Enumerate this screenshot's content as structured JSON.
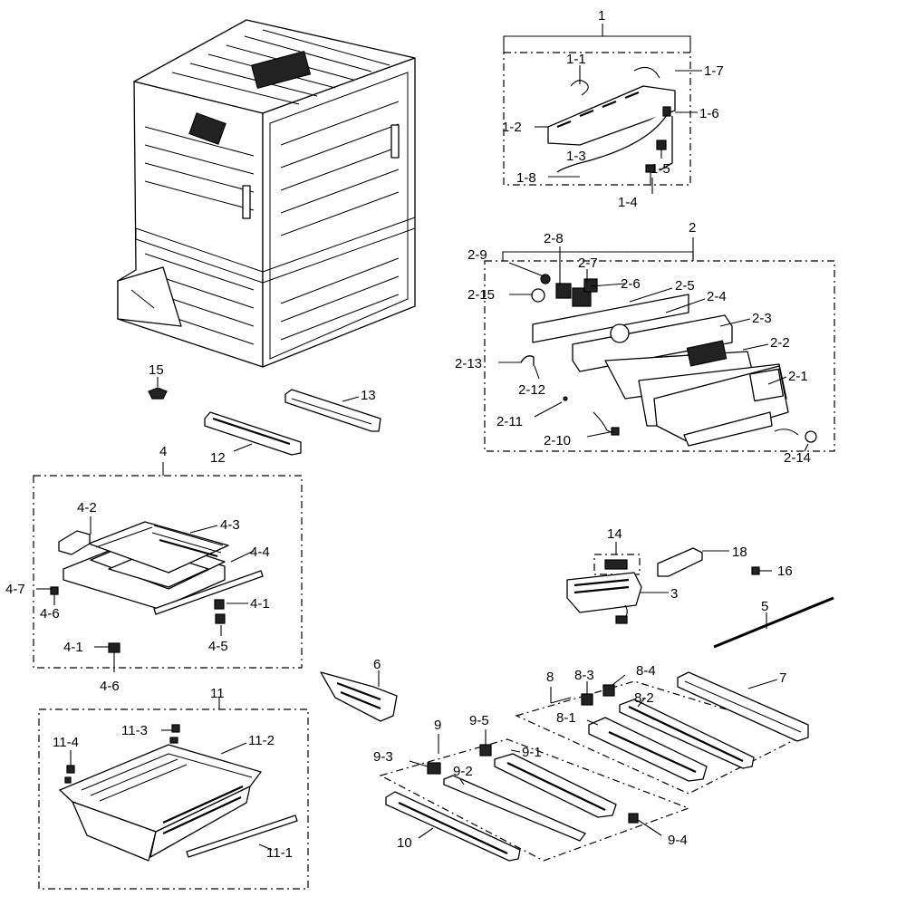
{
  "labels": {
    "g1": "1",
    "p1_1": "1-1",
    "p1_2": "1-2",
    "p1_3": "1-3",
    "p1_4": "1-4",
    "p1_5": "1-5",
    "p1_6": "1-6",
    "p1_7": "1-7",
    "p1_8": "1-8",
    "g2": "2",
    "p2_1": "2-1",
    "p2_2": "2-2",
    "p2_3": "2-3",
    "p2_4": "2-4",
    "p2_5": "2-5",
    "p2_6": "2-6",
    "p2_7": "2-7",
    "p2_8": "2-8",
    "p2_9": "2-9",
    "p2_10": "2-10",
    "p2_11": "2-11",
    "p2_12": "2-12",
    "p2_13": "2-13",
    "p2_14": "2-14",
    "p2_15": "2-15",
    "p3": "3",
    "g4": "4",
    "p4_1a": "4-1",
    "p4_1b": "4-1",
    "p4_2": "4-2",
    "p4_3": "4-3",
    "p4_4": "4-4",
    "p4_5": "4-5",
    "p4_6a": "4-6",
    "p4_6b": "4-6",
    "p4_7": "4-7",
    "p5": "5",
    "p6": "6",
    "p7": "7",
    "g8": "8",
    "p8_1": "8-1",
    "p8_2": "8-2",
    "p8_3": "8-3",
    "p8_4": "8-4",
    "g9": "9",
    "p9_1": "9-1",
    "p9_2": "9-2",
    "p9_3": "9-3",
    "p9_4": "9-4",
    "p9_5": "9-5",
    "p10": "10",
    "g11": "11",
    "p11_1": "11-1",
    "p11_2": "11-2",
    "p11_3": "11-3",
    "p11_4": "11-4",
    "p12": "12",
    "p13": "13",
    "g14": "14",
    "p15": "15",
    "p16": "16",
    "p18": "18"
  }
}
